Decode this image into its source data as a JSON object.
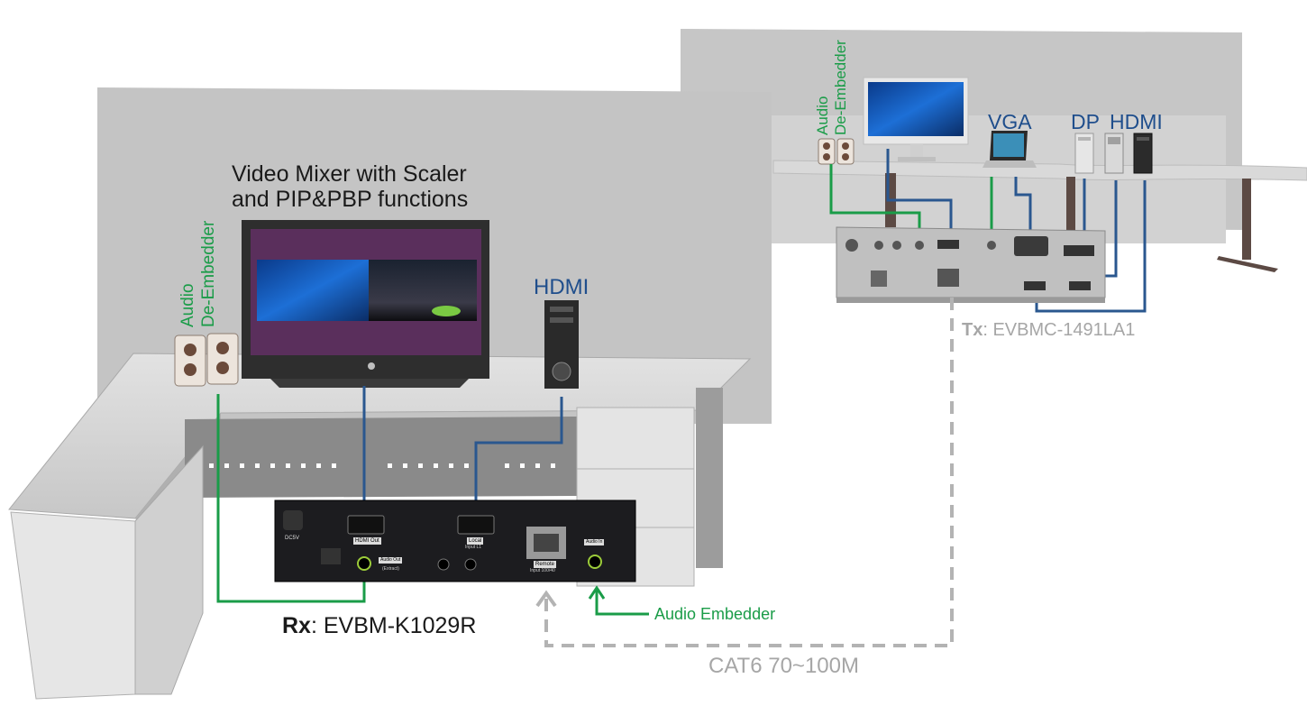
{
  "labels": {
    "mixer_line1": "Video Mixer with Scaler",
    "mixer_line2": "and PIP&PBP functions",
    "hdmi_rx": "HDMI",
    "audio_left": "Audio",
    "deembedder_left": "De-Embedder",
    "audio_right": "Audio",
    "deembedder_right": "De-Embedder",
    "vga": "VGA",
    "dp": "DP",
    "hdmi_tx": "HDMI",
    "tx_prefix": "Tx",
    "tx_model": ": EVBMC-1491LA1",
    "rx_prefix": "Rx",
    "rx_model": ": EVBM-K1029R",
    "audio_embedder": "Audio Embedder",
    "cable": "CAT6 70~100M"
  },
  "rx_panel": {
    "dc": "DC5V",
    "hdmi_out": "HDMI Out",
    "local": "Local",
    "local_sub": "Input L1",
    "remote": "Remote",
    "remote_sub": "Input 100/40",
    "audio_in": "Audio In",
    "audio_out": "Audio Out",
    "extract": "(Extract)"
  },
  "colors": {
    "video_line": "#2a578f",
    "audio_line": "#1a9c48",
    "cable_line": "#b3b3b3",
    "wall": "#c4c4c4",
    "desk": "#d4d4d4"
  }
}
